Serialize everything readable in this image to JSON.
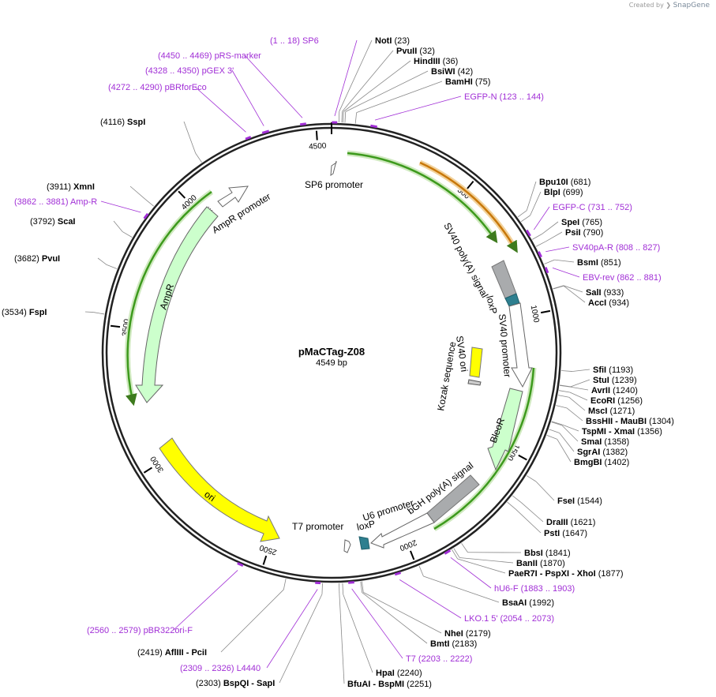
{
  "credit": {
    "prefix": "Created by",
    "brand": "SnapGene"
  },
  "plasmid": {
    "name": "pMaCTag-Z08",
    "size_label": "4549 bp",
    "length": 4549
  },
  "ring_ticks": [
    {
      "label": "500",
      "pos": 500
    },
    {
      "label": "1000",
      "pos": 1000
    },
    {
      "label": "1500",
      "pos": 1500
    },
    {
      "label": "2000",
      "pos": 2000
    },
    {
      "label": "2500",
      "pos": 2500
    },
    {
      "label": "3000",
      "pos": 3000
    },
    {
      "label": "3500",
      "pos": 3500
    },
    {
      "label": "4000",
      "pos": 4000
    },
    {
      "label": "4500",
      "pos": 4500
    }
  ],
  "enzymes": [
    {
      "name": "NotI",
      "pos": "(23)",
      "p": 23
    },
    {
      "name": "PvuII",
      "pos": "(32)",
      "p": 32
    },
    {
      "name": "HindIII",
      "pos": "(36)",
      "p": 36
    },
    {
      "name": "BsiWI",
      "pos": "(42)",
      "p": 42
    },
    {
      "name": "BamHI",
      "pos": "(75)",
      "p": 75
    },
    {
      "name": "Bpu10I",
      "pos": "(681)",
      "p": 681
    },
    {
      "name": "BlpI",
      "pos": "(699)",
      "p": 699
    },
    {
      "name": "SpeI",
      "pos": "(765)",
      "p": 765
    },
    {
      "name": "PsiI",
      "pos": "(790)",
      "p": 790
    },
    {
      "name": "BsmI",
      "pos": "(851)",
      "p": 851
    },
    {
      "name": "SalI",
      "pos": "(933)",
      "p": 933
    },
    {
      "name": "AccI",
      "pos": "(934)",
      "p": 934
    },
    {
      "name": "SfiI",
      "pos": "(1193)",
      "p": 1193
    },
    {
      "name": "StuI",
      "pos": "(1239)",
      "p": 1239
    },
    {
      "name": "AvrII",
      "pos": "(1240)",
      "p": 1240
    },
    {
      "name": "EcoRI",
      "pos": "(1256)",
      "p": 1256
    },
    {
      "name": "MscI",
      "pos": "(1271)",
      "p": 1271
    },
    {
      "name": "BssHII - MauBI",
      "pos": "(1304)",
      "p": 1304
    },
    {
      "name": "TspMI - XmaI",
      "pos": "(1356)",
      "p": 1356
    },
    {
      "name": "SmaI",
      "pos": "(1358)",
      "p": 1358
    },
    {
      "name": "SgrAI",
      "pos": "(1382)",
      "p": 1382
    },
    {
      "name": "BmgBI",
      "pos": "(1402)",
      "p": 1402
    },
    {
      "name": "FseI",
      "pos": "(1544)",
      "p": 1544
    },
    {
      "name": "DraIII",
      "pos": "(1621)",
      "p": 1621
    },
    {
      "name": "PstI",
      "pos": "(1647)",
      "p": 1647
    },
    {
      "name": "BbsI",
      "pos": "(1841)",
      "p": 1841
    },
    {
      "name": "BanII",
      "pos": "(1870)",
      "p": 1870
    },
    {
      "name": "PaeR7I - PspXI - XhoI",
      "pos": "(1877)",
      "p": 1877
    },
    {
      "name": "BsaAI",
      "pos": "(1992)",
      "p": 1992
    },
    {
      "name": "NheI",
      "pos": "(2179)",
      "p": 2179
    },
    {
      "name": "BmtI",
      "pos": "(2183)",
      "p": 2183
    },
    {
      "name": "HpaI",
      "pos": "(2240)",
      "p": 2240
    },
    {
      "name": "BfuAI - BspMI",
      "pos": "(2251)",
      "p": 2251
    },
    {
      "name": "BspQI - SapI",
      "pos": "(2303)",
      "p": 2303
    },
    {
      "name": "AflIII - PciI",
      "pos": "(2419)",
      "p": 2419
    },
    {
      "name": "FspI",
      "pos": "(3534)",
      "p": 3534
    },
    {
      "name": "PvuI",
      "pos": "(3682)",
      "p": 3682
    },
    {
      "name": "ScaI",
      "pos": "(3792)",
      "p": 3792
    },
    {
      "name": "XmnI",
      "pos": "(3911)",
      "p": 3911
    },
    {
      "name": "SspI",
      "pos": "(4116)",
      "p": 4116
    }
  ],
  "primers": [
    {
      "name": "SP6",
      "range": "(1 .. 18)",
      "s": 1,
      "e": 18
    },
    {
      "name": "EGFP-N",
      "range": "(123 .. 144)",
      "s": 123,
      "e": 144
    },
    {
      "name": "EGFP-C",
      "range": "(731 .. 752)",
      "s": 731,
      "e": 752
    },
    {
      "name": "SV40pA-R",
      "range": "(808 .. 827)",
      "s": 808,
      "e": 827
    },
    {
      "name": "EBV-rev",
      "range": "(862 .. 881)",
      "s": 862,
      "e": 881
    },
    {
      "name": "hU6-F",
      "range": "(1883 .. 1903)",
      "s": 1883,
      "e": 1903
    },
    {
      "name": "LKO.1 5'",
      "range": "(2054 .. 2073)",
      "s": 2054,
      "e": 2073
    },
    {
      "name": "T7",
      "range": "(2203 .. 2222)",
      "s": 2203,
      "e": 2222
    },
    {
      "name": "L4440",
      "range": "(2309 .. 2326)",
      "s": 2309,
      "e": 2326
    },
    {
      "name": "pBR322ori-F",
      "range": "(2560 .. 2579)",
      "s": 2560,
      "e": 2579
    },
    {
      "name": "Amp-R",
      "range": "(3862 .. 3881)",
      "s": 3862,
      "e": 3881
    },
    {
      "name": "pBRforEco",
      "range": "(4272 .. 4290)",
      "s": 4272,
      "e": 4290
    },
    {
      "name": "pGEX 3'",
      "range": "(4328 .. 4350)",
      "s": 4328,
      "e": 4350
    },
    {
      "name": "pRS-marker",
      "range": "(4450 .. 4469)",
      "s": 4450,
      "e": 4469
    }
  ],
  "features": [
    {
      "label": "SP6 promoter",
      "kind": "promoter"
    },
    {
      "label": "SV40 poly(A) signal",
      "kind": "terminator"
    },
    {
      "label": "loxP",
      "kind": "site"
    },
    {
      "label": "SV40 promoter",
      "kind": "promoter"
    },
    {
      "label": "SV40 ori",
      "kind": "origin"
    },
    {
      "label": "Kozak sequence",
      "kind": "misc"
    },
    {
      "label": "BleoR",
      "kind": "cds"
    },
    {
      "label": "bGH poly(A) signal",
      "kind": "terminator"
    },
    {
      "label": "U6 promoter",
      "kind": "promoter"
    },
    {
      "label": "loxP",
      "kind": "site"
    },
    {
      "label": "T7 promoter",
      "kind": "promoter"
    },
    {
      "label": "ori",
      "kind": "origin"
    },
    {
      "label": "AmpR",
      "kind": "cds"
    },
    {
      "label": "AmpR promoter",
      "kind": "promoter"
    }
  ],
  "colors": {
    "primer": "#a12fd6",
    "enzyme": "#000000",
    "cds": "#ccffcc",
    "origin": "#ffff00",
    "terminator": "#a9abad",
    "loxp": "#2e7f8f",
    "highlight_green": "#3d9a1d",
    "highlight_orange": "#c8780a"
  }
}
